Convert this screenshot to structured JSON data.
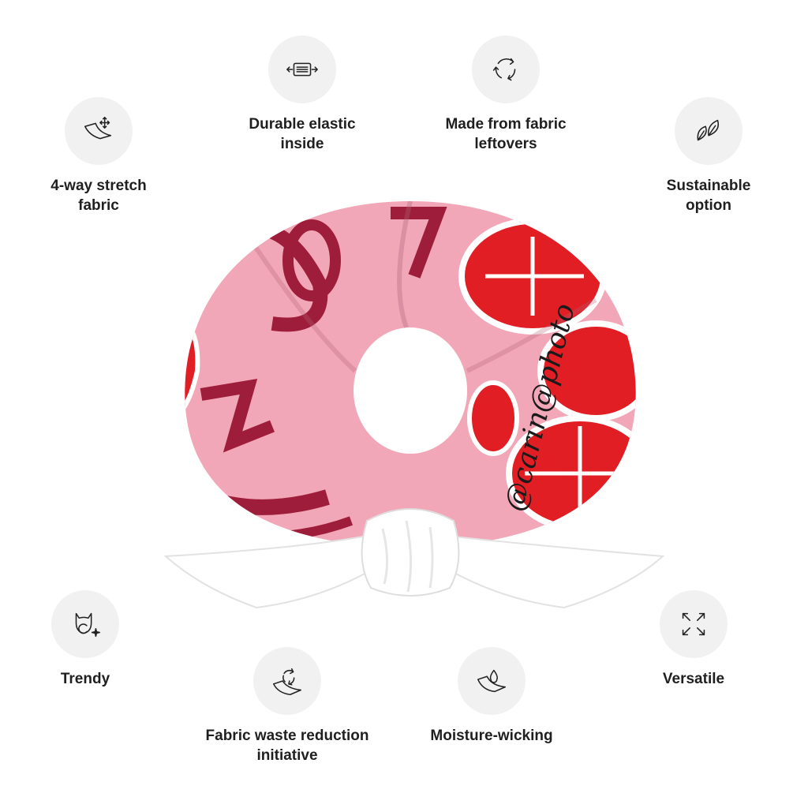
{
  "features": [
    {
      "id": "stretch",
      "label": "4-way stretch\nfabric",
      "icon": "stretch-arrows-icon"
    },
    {
      "id": "elastic",
      "label": "Durable elastic\ninside",
      "icon": "elastic-band-icon"
    },
    {
      "id": "leftovers",
      "label": "Made from fabric\nleftovers",
      "icon": "recycle-arrows-icon"
    },
    {
      "id": "sustainable",
      "label": "Sustainable\noption",
      "icon": "leaves-icon"
    },
    {
      "id": "trendy",
      "label": "Trendy",
      "icon": "cat-sparkle-icon"
    },
    {
      "id": "waste",
      "label": "Fabric waste reduction\ninitiative",
      "icon": "fabric-recycle-icon"
    },
    {
      "id": "moisture",
      "label": "Moisture-wicking",
      "icon": "water-drop-icon"
    },
    {
      "id": "versatile",
      "label": "Versatile",
      "icon": "expand-arrows-icon"
    }
  ],
  "product": {
    "name": "scrunchie",
    "print_text": "@carin@photo",
    "colors": {
      "pink": "#f2a7b8",
      "red": "#e01e24",
      "maroon": "#9e1d3a",
      "bow": "#ffffff"
    }
  }
}
